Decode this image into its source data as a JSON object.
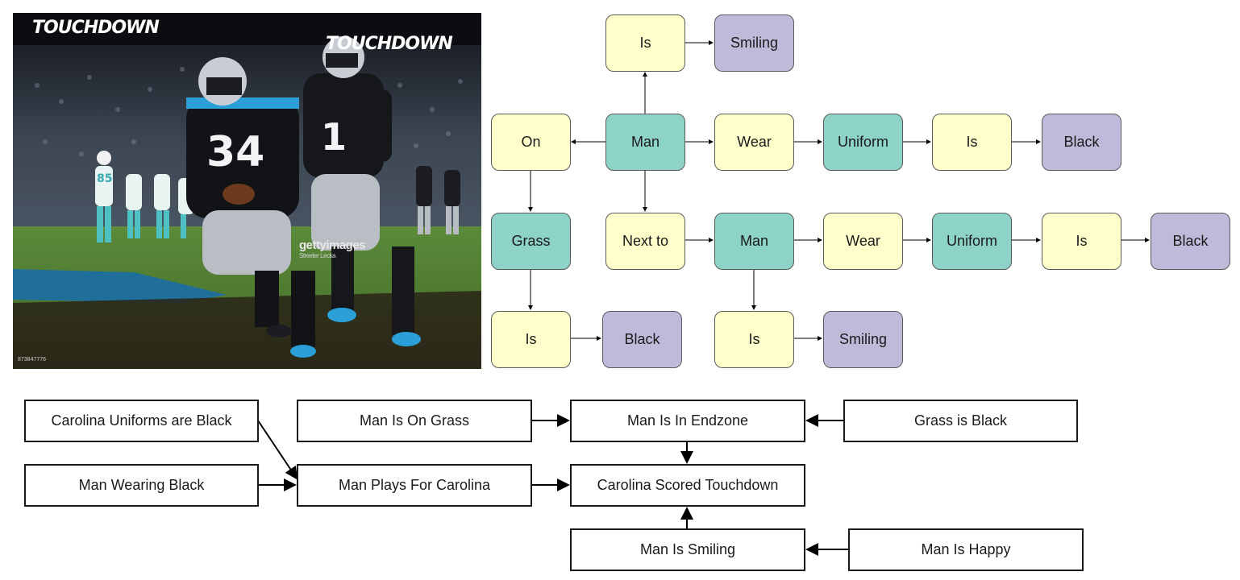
{
  "photo": {
    "banner_left": "TOUCHDOWN",
    "banner_right": "TOUCHDOWN",
    "watermark": "gettyimages",
    "watermark_credit": "Streeter Lecka",
    "image_id": "873847776",
    "jersey_front": "34",
    "jersey_back": "1",
    "jersey_opponent": "85"
  },
  "scene_graph": {
    "is_top": "Is",
    "smiling_top": "Smiling",
    "on": "On",
    "man_1": "Man",
    "wear_1": "Wear",
    "uniform_1": "Uniform",
    "is_1": "Is",
    "black_1": "Black",
    "grass": "Grass",
    "next_to": "Next to",
    "man_2": "Man",
    "wear_2": "Wear",
    "uniform_2": "Uniform",
    "is_2": "Is",
    "black_2": "Black",
    "is_grass": "Is",
    "black_grass": "Black",
    "is_man2": "Is",
    "smiling_man2": "Smiling"
  },
  "reasoning": {
    "carolina_uniforms_black": "Carolina Uniforms are Black",
    "man_wearing_black": "Man Wearing Black",
    "man_on_grass": "Man Is On Grass",
    "man_plays_carolina": "Man Plays For Carolina",
    "man_in_endzone": "Man Is In Endzone",
    "carolina_scored": "Carolina Scored Touchdown",
    "grass_black": "Grass is Black",
    "man_smiling": "Man Is Smiling",
    "man_happy": "Man Is Happy"
  },
  "colors": {
    "relation": "#ffffcc",
    "object": "#8ed3c7",
    "attribute": "#bebada"
  }
}
